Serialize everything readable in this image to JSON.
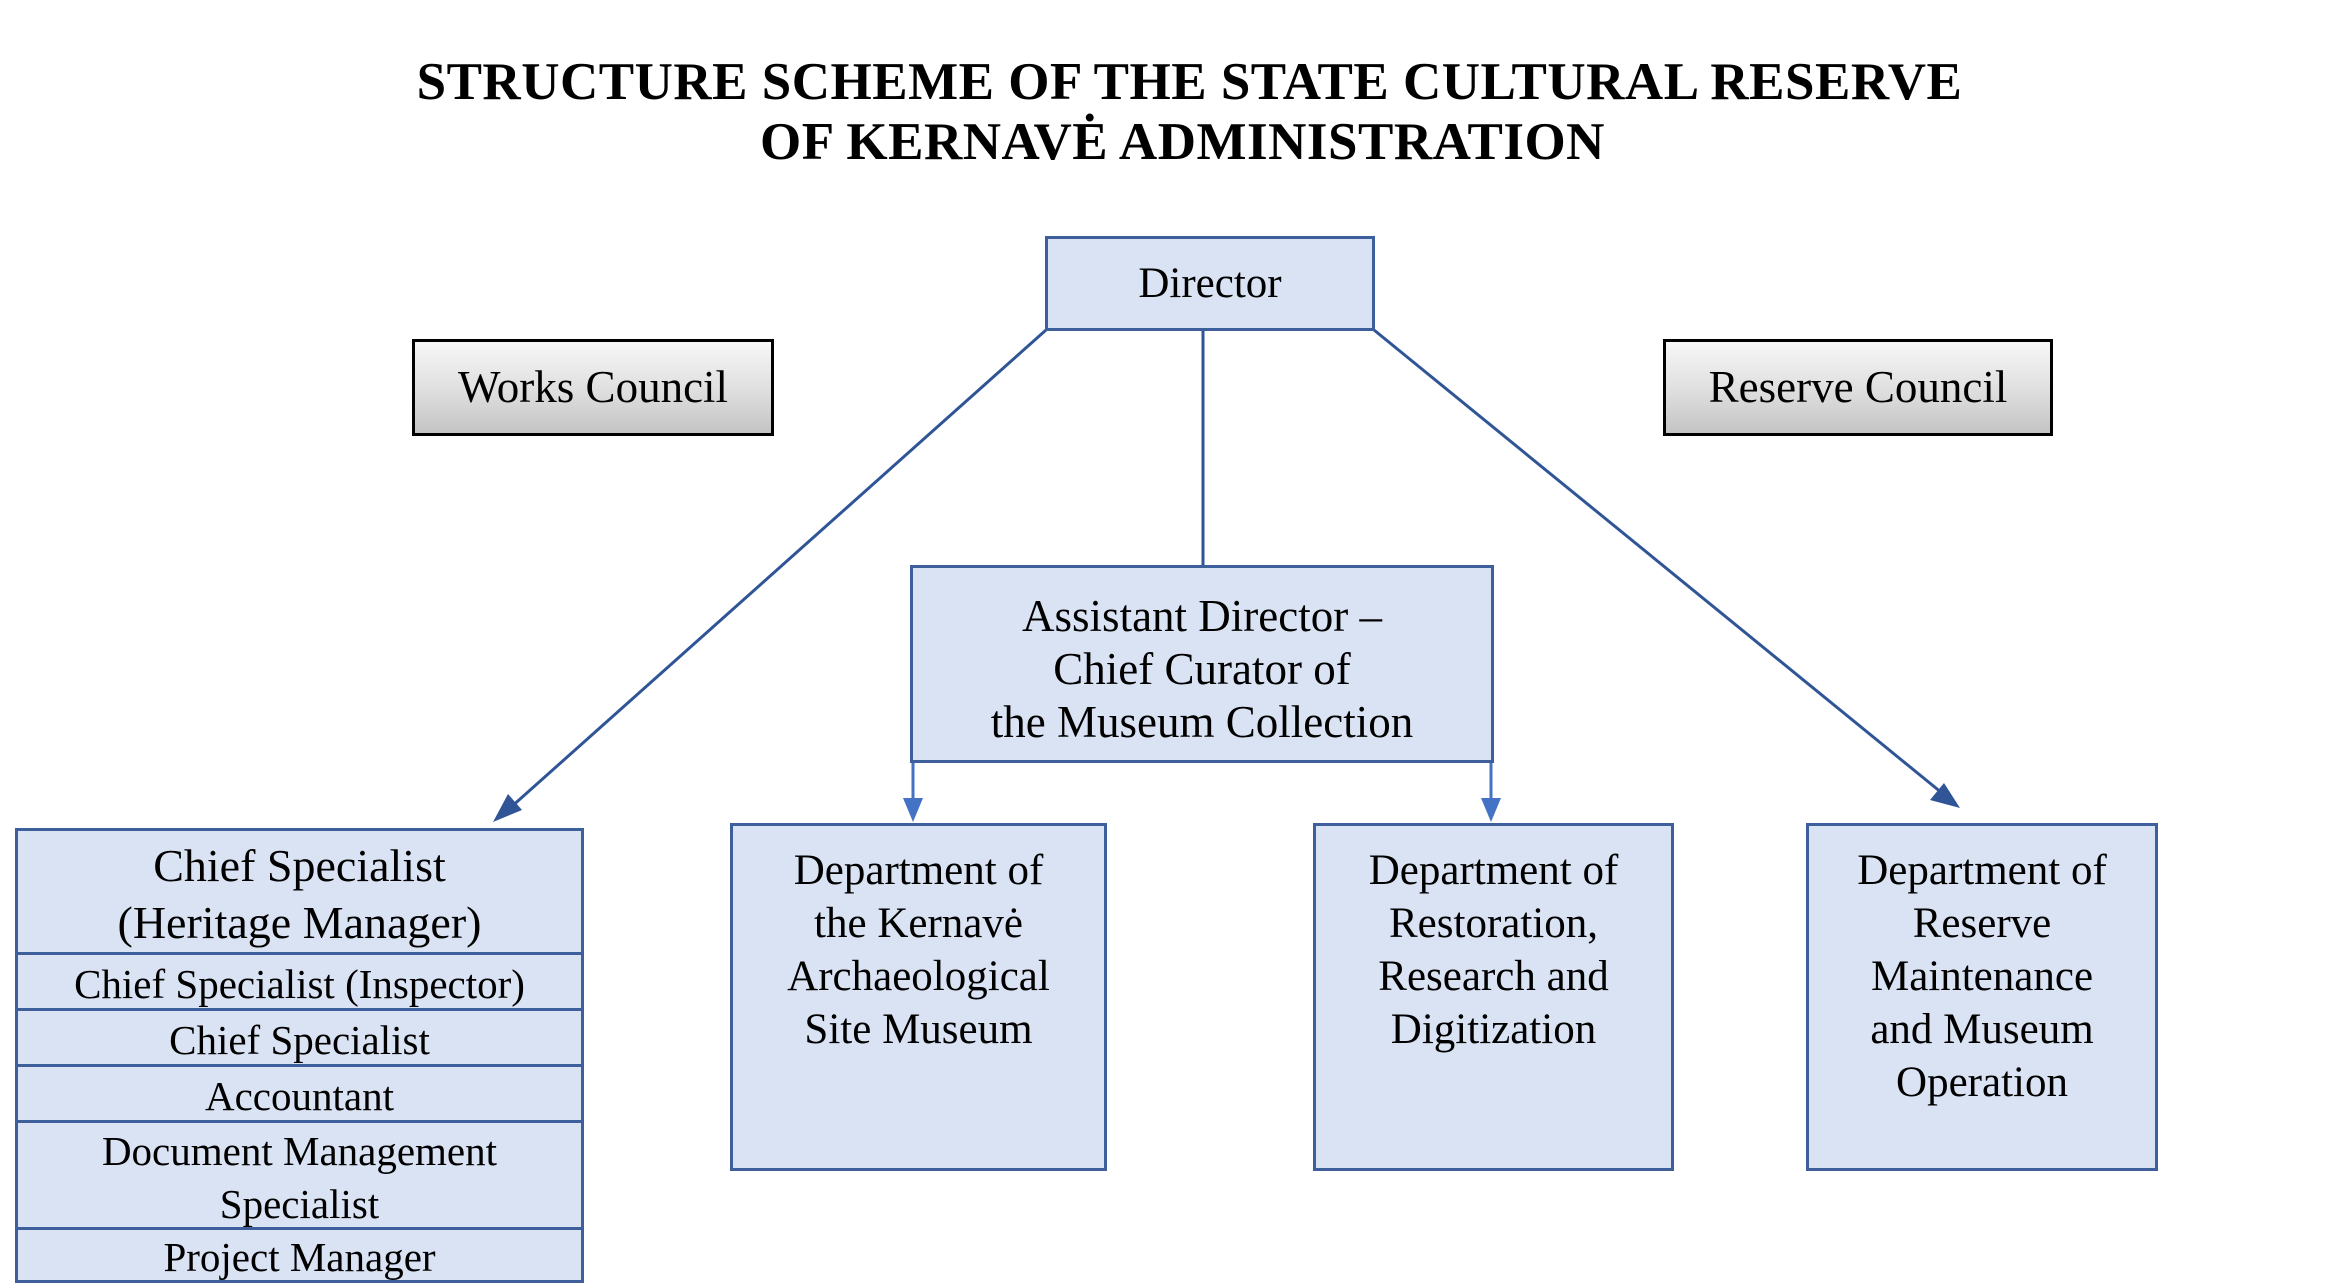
{
  "title": {
    "line1": "STRUCTURE SCHEME OF THE STATE CULTURAL RESERVE",
    "line2": "OF KERNAVĖ ADMINISTRATION"
  },
  "nodes": {
    "director": "Director",
    "works_council": "Works Council",
    "reserve_council": "Reserve Council",
    "assistant_director": {
      "line1": "Assistant Director –",
      "line2": "Chief Curator of",
      "line3": "the Museum Collection"
    },
    "dept_museum": {
      "line1": "Department of",
      "line2": "the Kernavė",
      "line3": "Archaeological",
      "line4": "Site Museum"
    },
    "dept_restoration": {
      "line1": "Department of",
      "line2": "Restoration,",
      "line3": "Research and",
      "line4": "Digitization"
    },
    "dept_maintenance": {
      "line1": "Department of",
      "line2": "Reserve",
      "line3": "Maintenance",
      "line4": "and Museum",
      "line5": "Operation"
    },
    "specialists": {
      "heritage_line1": "Chief Specialist",
      "heritage_line2": "(Heritage Manager)",
      "inspector": "Chief Specialist (Inspector)",
      "chief": "Chief Specialist",
      "accountant": "Accountant",
      "docs_line1": "Document Management",
      "docs_line2": "Specialist",
      "project": "Project Manager"
    }
  },
  "colors": {
    "box_fill": "#dae3f3",
    "box_border": "#3d5f9c",
    "connector": "#2f5597",
    "arrowhead": "#4472c4"
  }
}
